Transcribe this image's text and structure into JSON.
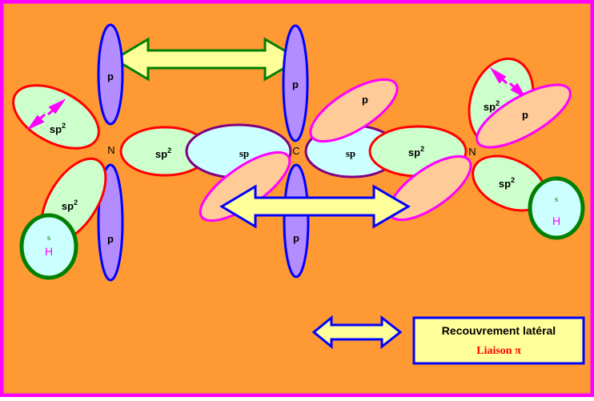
{
  "labels": {
    "p": "p",
    "sp": "sp",
    "sp2": "sp",
    "sup2": "2",
    "s": "s",
    "H": "H",
    "N": "N",
    "C": "C"
  },
  "legend": {
    "title": "Recouvrement latéral",
    "subtitle": "Liaison π"
  },
  "colors": {
    "background": "#ff9933",
    "frame": "#ff00ff",
    "p_orbital_fill": "#b38cff",
    "p_orbital_stroke": "#0000ff",
    "sp2_fill": "#ccffcc",
    "sp2_stroke": "#ff0000",
    "sp_fill": "#ccffff",
    "sp_stroke": "#800080",
    "s_fill": "#ccffff",
    "s_stroke": "#008000",
    "p_side_fill": "#ffcc99",
    "p_side_stroke": "#ff00ff",
    "arrow_fill": "#ffff99",
    "arrow_stroke_green": "#008000",
    "arrow_stroke_blue": "#0000ff",
    "spin_arrow": "#ff00ff",
    "legend_box_fill": "#ffff99",
    "legend_box_stroke": "#0000ff",
    "subtitle_color": "#ff0000"
  }
}
